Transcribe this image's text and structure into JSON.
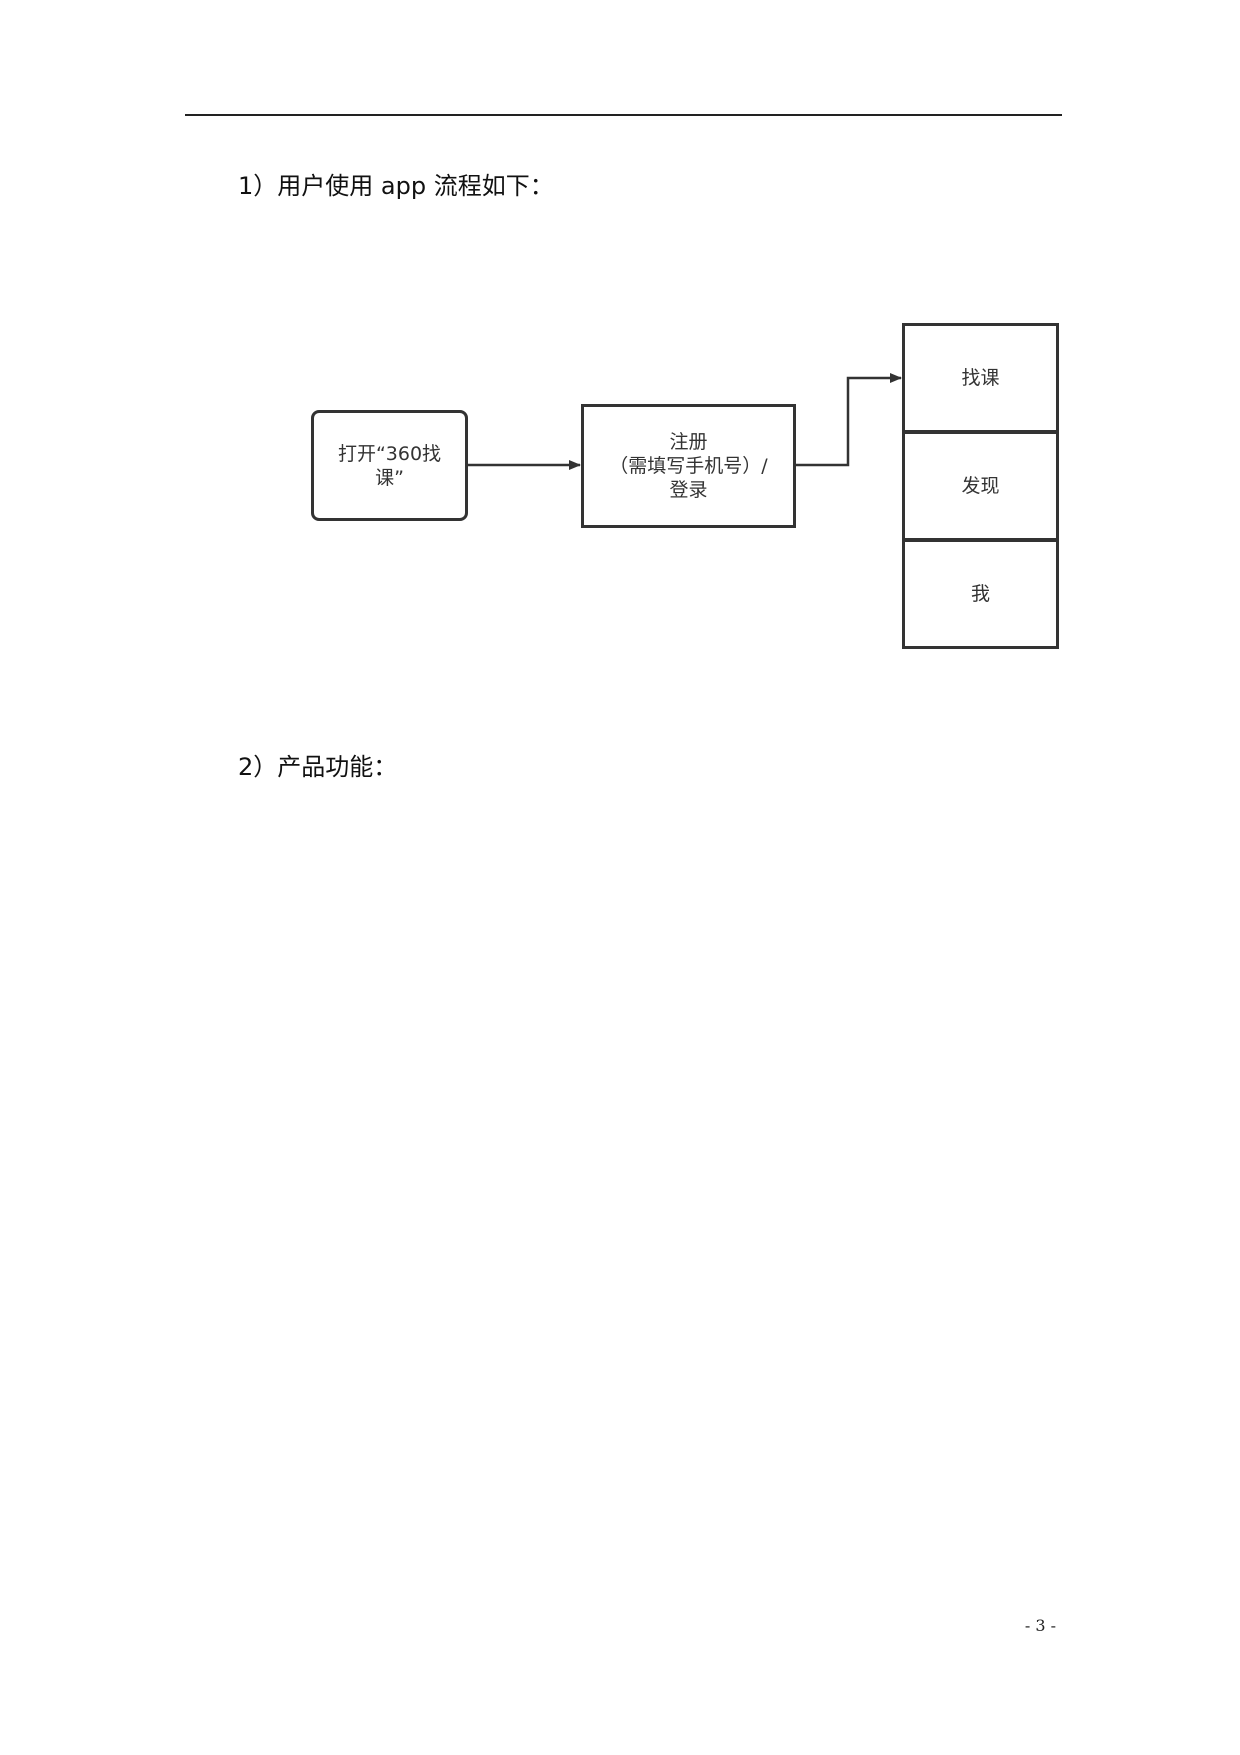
{
  "document": {
    "sections": [
      {
        "heading": "1）用户使用 app 流程如下："
      },
      {
        "heading": "2）产品功能："
      }
    ],
    "page_number": "- 3 -"
  },
  "flowchart": {
    "nodes": {
      "open_app": "打开“360找\n课”",
      "register_login": "注册\n（需填写手机号）/\n登录",
      "find_course": "找课",
      "discover": "发现",
      "me": "我"
    },
    "edges": [
      {
        "from": "open_app",
        "to": "register_login"
      },
      {
        "from": "register_login",
        "to": "find_course"
      }
    ]
  }
}
